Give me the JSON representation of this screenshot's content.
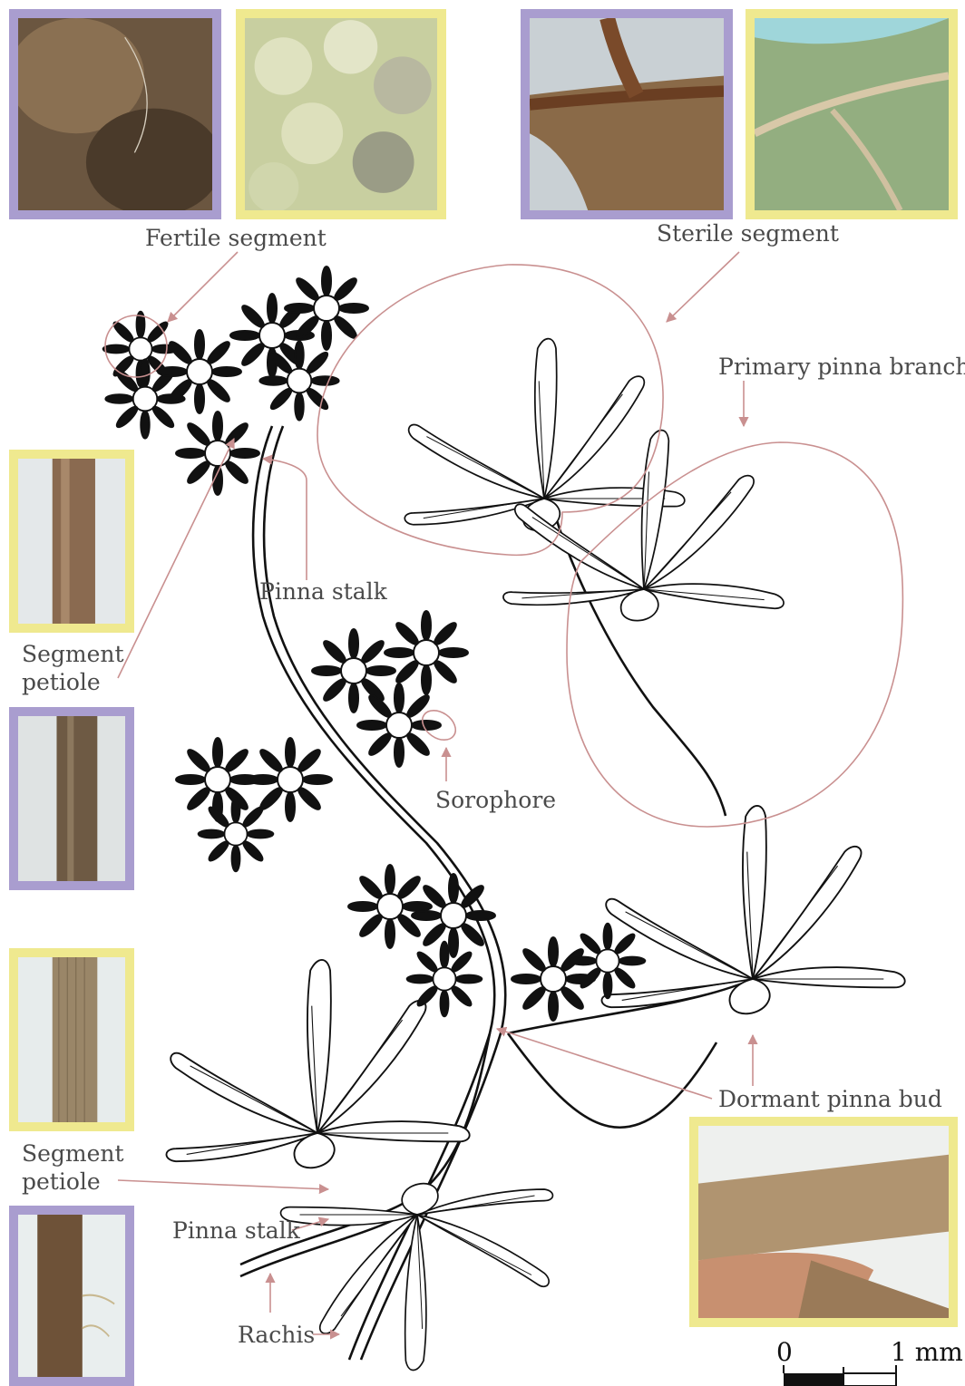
{
  "labels": {
    "fertile_segment": "Fertile segment",
    "sterile_segment": "Sterile segment",
    "primary_pinna_branch": "Primary pinna branch",
    "pinna_stalk_upper": "Pinna stalk",
    "segment_petiole_upper_line1": "Segment",
    "segment_petiole_upper_line2": "petiole",
    "sorophore": "Sorophore",
    "dormant_pinna_bud": "Dormant pinna bud",
    "segment_petiole_lower_line1": "Segment",
    "segment_petiole_lower_line2": "petiole",
    "pinna_stalk_lower": "Pinna stalk",
    "rachis": "Rachis"
  },
  "scale_bar": {
    "start": "0",
    "end": "1 mm"
  },
  "colors": {
    "annotation": "#c99090",
    "frame_purple": "#a99dcf",
    "frame_yellow": "#efe98f",
    "line_art": "#111111"
  }
}
